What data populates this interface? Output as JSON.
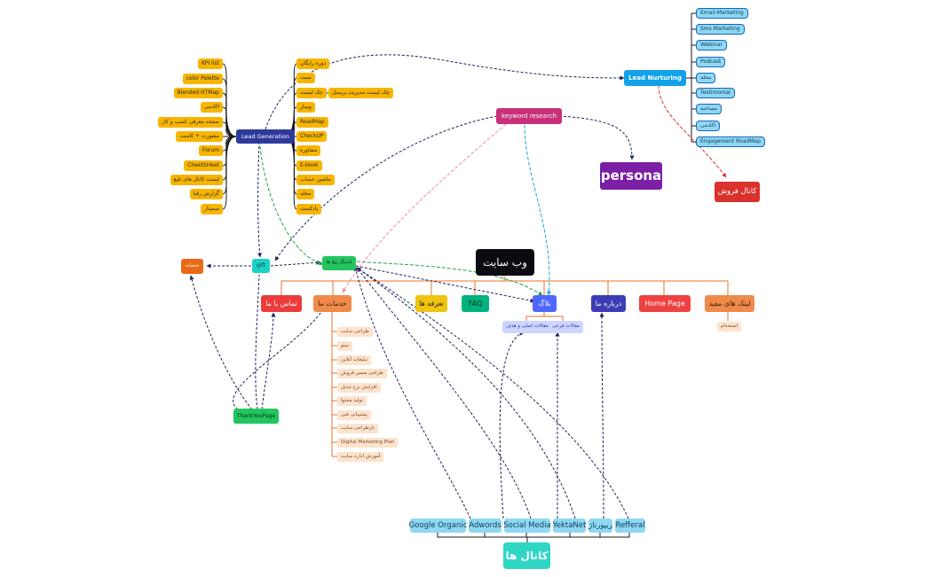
{
  "colors": {
    "yellow": "#f7b500",
    "navy": "#2e3a9a",
    "blue": "#12a2ea",
    "purple": "#7a1fa6",
    "red": "#d9312b",
    "magenta": "#c8307a",
    "green": "#22c55e",
    "cyan": "#19d3c5",
    "orange": "#e86a17",
    "teal": "#00b37e"
  },
  "lead_generation": {
    "title": "Lead Generation",
    "left": [
      "KPI list",
      "color Palette",
      "Blended HTMap",
      "اکادمی",
      "صفحه معرفی کسب و کار",
      "مشورت + کامنت",
      "Forum",
      "CheetSHeet",
      "لیست کانال های تلیغ",
      "گزارش رقبا",
      "سمینار"
    ],
    "right": [
      "دوره رایگان",
      "تست",
      "چک لیست",
      "وبینار",
      "RoadMap",
      "CheckUP",
      "مشاوره",
      "E-book",
      "ماشین حساب",
      "مجله",
      "پادکست"
    ],
    "sub": "چک لیست مدیریت پرسنل"
  },
  "lead_nurturing": {
    "title": "Lead Nurturing",
    "items": [
      "Email-Marketing",
      "Sms Marketing",
      "Webinar",
      "Podcast",
      "مجله",
      "Testimonial",
      "مصاحبه",
      "اکادمی",
      "Engagement RoadMap"
    ]
  },
  "keyword_research": "keyword research",
  "persona": "persona",
  "sales_channel": "کانال فروش",
  "website": "وب سایت",
  "services_hub": "خدمات",
  "gift": "gift",
  "landing": "لندینگ پیج ها",
  "thankyou": "ThankYouPage",
  "pages": {
    "contact": "تماس با ما",
    "services": "خدمات ما",
    "pricing": "تعرفه ها",
    "faq": "FAQ",
    "blog": "بلاگ",
    "about": "درباره ما",
    "home": "Home Page",
    "links": "لینک های مفید"
  },
  "links_sub": "استخدام",
  "blog_sub": [
    "مقالات اصلی و هدف",
    "مقالات فرعی"
  ],
  "services_list": [
    "طراحی سایت",
    "سئو",
    "تبلیغات آنلاین",
    "طراحی مسیر فروش",
    "افزایش نرخ تبدیل",
    "تولید محتوا",
    "پشتیبانی فنی",
    "بازطراحی سایت",
    "Digital Marketing Plan",
    "آموزش اداره سایت"
  ],
  "channels": {
    "title": "کانال ها",
    "items": [
      "Google Organic",
      "Adwords",
      "Social Media",
      "YektaNet",
      "ریپورتاژ",
      "Refferal"
    ]
  }
}
